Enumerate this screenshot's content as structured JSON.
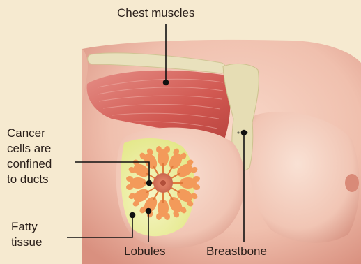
{
  "labels": {
    "chest_muscles": "Chest muscles",
    "cancer_cells": [
      "Cancer",
      "cells are",
      "confined",
      "to ducts"
    ],
    "fatty_tissue": [
      "Fatty",
      "tissue"
    ],
    "lobules": "Lobules",
    "breastbone": "Breastbone"
  },
  "colors": {
    "background": "#f6ead0",
    "skin": "#f1c4b2",
    "muscle": "#d8605a",
    "bone": "#e6ddb4",
    "fat": "#eef0a6",
    "lobule": "#f39a5a",
    "leader_line": "#111111"
  }
}
